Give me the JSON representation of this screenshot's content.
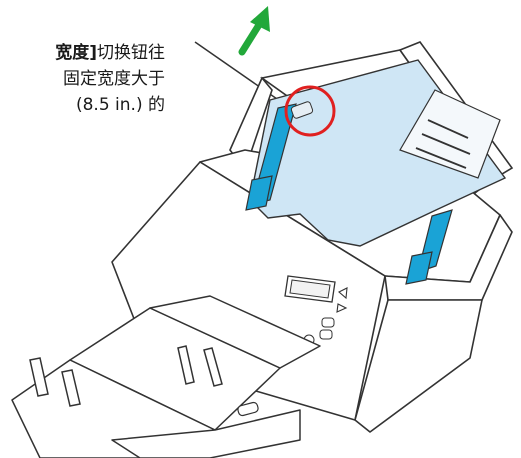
{
  "caption": {
    "line1_bold": "宽度]",
    "line1_rest": "切换钮往",
    "line2": "固定宽度大于",
    "line3": "(8.5 in.) 的"
  },
  "colors": {
    "paper": "#cfe6f5",
    "guide": "#1aa3d6",
    "highlight_circle": "#e02020",
    "arrow": "#22a83a",
    "outline": "#333333"
  },
  "icons": {
    "direction_arrow": "green-arrow-up-right",
    "callout": "red-circle-highlight"
  }
}
